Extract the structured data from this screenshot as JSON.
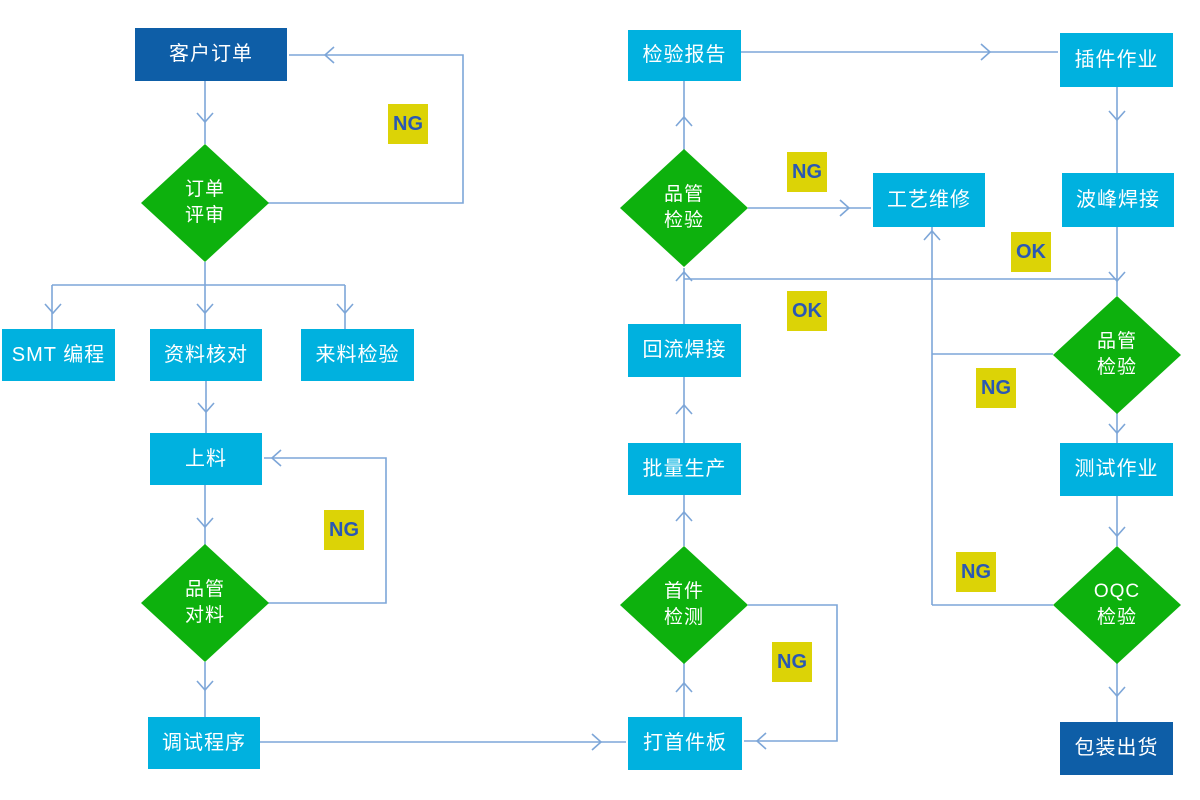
{
  "diagram": {
    "type": "flowchart",
    "description": "SMT / PCBA production process flowchart",
    "colors": {
      "terminal_box": "#0e5ea7",
      "process_box": "#00b1df",
      "decision_diamond": "#0db10d",
      "badge_bg": "#dcd306",
      "badge_text": "#2a58b4",
      "connector": "#7da6d8",
      "node_text": "#ffffff",
      "background": "#ffffff"
    },
    "nodes": [
      {
        "id": "customer-order",
        "label": "客户订单",
        "shape": "rect",
        "style": "dark-blue"
      },
      {
        "id": "order-review",
        "label": "订单\n评审",
        "shape": "diamond",
        "style": "green"
      },
      {
        "id": "smt-programming",
        "label": "SMT 编程",
        "shape": "rect",
        "style": "cyan"
      },
      {
        "id": "material-data-check",
        "label": "资料核对",
        "shape": "rect",
        "style": "cyan"
      },
      {
        "id": "incoming-inspection",
        "label": "来料检验",
        "shape": "rect",
        "style": "cyan"
      },
      {
        "id": "loading",
        "label": "上料",
        "shape": "rect",
        "style": "cyan"
      },
      {
        "id": "qc-material-check",
        "label": "品管\n对料",
        "shape": "diamond",
        "style": "green"
      },
      {
        "id": "debug-program",
        "label": "调试程序",
        "shape": "rect",
        "style": "cyan"
      },
      {
        "id": "inspection-report",
        "label": "检验报告",
        "shape": "rect",
        "style": "cyan"
      },
      {
        "id": "qc-inspection-smt",
        "label": "品管\n检验",
        "shape": "diamond",
        "style": "green"
      },
      {
        "id": "process-repair",
        "label": "工艺维修",
        "shape": "rect",
        "style": "cyan"
      },
      {
        "id": "reflow-soldering",
        "label": "回流焊接",
        "shape": "rect",
        "style": "cyan"
      },
      {
        "id": "batch-production",
        "label": "批量生产",
        "shape": "rect",
        "style": "cyan"
      },
      {
        "id": "first-article-inspection",
        "label": "首件\n检测",
        "shape": "diamond",
        "style": "green"
      },
      {
        "id": "first-board",
        "label": "打首件板",
        "shape": "rect",
        "style": "cyan"
      },
      {
        "id": "component-insertion",
        "label": "插件作业",
        "shape": "rect",
        "style": "cyan"
      },
      {
        "id": "wave-soldering",
        "label": "波峰焊接",
        "shape": "rect",
        "style": "cyan"
      },
      {
        "id": "qc-inspection-wave",
        "label": "品管\n检验",
        "shape": "diamond",
        "style": "green"
      },
      {
        "id": "testing",
        "label": "测试作业",
        "shape": "rect",
        "style": "cyan"
      },
      {
        "id": "oqc-inspection",
        "label": "OQC\n检验",
        "shape": "diamond",
        "style": "green"
      },
      {
        "id": "packing-shipping",
        "label": "包装出货",
        "shape": "rect",
        "style": "dark-blue"
      }
    ],
    "badges": [
      {
        "id": "ng-order-review",
        "text": "NG"
      },
      {
        "id": "ng-qc-material",
        "text": "NG"
      },
      {
        "id": "ng-qc-smt",
        "text": "NG"
      },
      {
        "id": "ok-qc-smt",
        "text": "OK"
      },
      {
        "id": "ok-wave",
        "text": "OK"
      },
      {
        "id": "ng-qc-wave",
        "text": "NG"
      },
      {
        "id": "ng-oqc",
        "text": "NG"
      },
      {
        "id": "ng-first-article",
        "text": "NG"
      }
    ],
    "edges": [
      {
        "from": "customer-order",
        "to": "order-review"
      },
      {
        "from": "order-review",
        "to": "customer-order",
        "label": "NG"
      },
      {
        "from": "order-review",
        "to": "smt-programming"
      },
      {
        "from": "order-review",
        "to": "material-data-check"
      },
      {
        "from": "order-review",
        "to": "incoming-inspection"
      },
      {
        "from": "material-data-check",
        "to": "loading"
      },
      {
        "from": "loading",
        "to": "qc-material-check"
      },
      {
        "from": "qc-material-check",
        "to": "loading",
        "label": "NG"
      },
      {
        "from": "qc-material-check",
        "to": "debug-program"
      },
      {
        "from": "debug-program",
        "to": "first-board"
      },
      {
        "from": "first-board",
        "to": "first-article-inspection"
      },
      {
        "from": "first-article-inspection",
        "to": "first-board",
        "label": "NG"
      },
      {
        "from": "first-article-inspection",
        "to": "batch-production"
      },
      {
        "from": "batch-production",
        "to": "reflow-soldering"
      },
      {
        "from": "reflow-soldering",
        "to": "qc-inspection-smt"
      },
      {
        "from": "qc-inspection-smt",
        "to": "inspection-report"
      },
      {
        "from": "qc-inspection-smt",
        "to": "process-repair",
        "label": "NG"
      },
      {
        "from": "process-repair",
        "to": "qc-inspection-smt",
        "label": "OK"
      },
      {
        "from": "inspection-report",
        "to": "component-insertion"
      },
      {
        "from": "component-insertion",
        "to": "wave-soldering"
      },
      {
        "from": "wave-soldering",
        "to": "qc-inspection-wave",
        "label": "OK"
      },
      {
        "from": "qc-inspection-wave",
        "to": "process-repair",
        "label": "NG"
      },
      {
        "from": "qc-inspection-wave",
        "to": "testing"
      },
      {
        "from": "testing",
        "to": "oqc-inspection"
      },
      {
        "from": "oqc-inspection",
        "to": "process-repair",
        "label": "NG"
      },
      {
        "from": "oqc-inspection",
        "to": "packing-shipping"
      }
    ]
  }
}
